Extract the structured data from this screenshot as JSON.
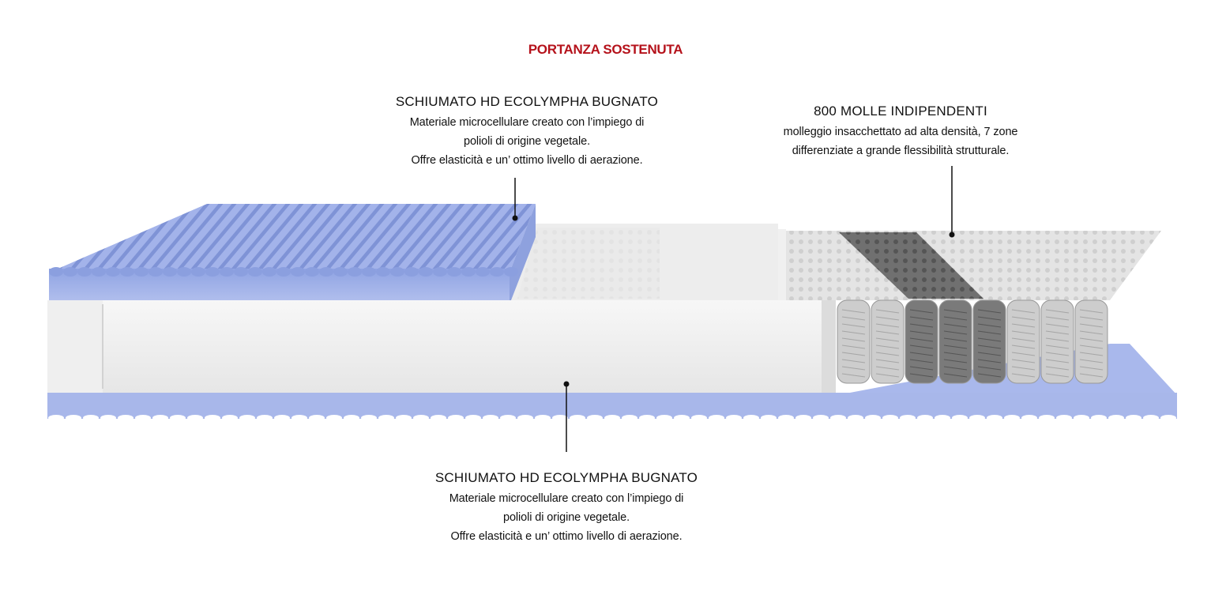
{
  "title": "PORTANZA SOSTENUTA",
  "callouts": [
    {
      "heading": "SCHIUMATO HD ECOLYMPHA BUGNATO",
      "lines": [
        "Materiale microcellulare creato con l’impiego di",
        "polioli di origine vegetale.",
        "Offre elasticità e un’ ottimo livello di aerazione."
      ]
    },
    {
      "heading": "SCHIUMATO HD ECOLYMPHA BUGNATO",
      "lines": [
        "Materiale microcellulare creato con l’impiego di",
        "polioli di origine vegetale.",
        "Offre elasticità e un’ ottimo livello di aerazione."
      ]
    },
    {
      "heading": "800 MOLLE INDIPENDENTI",
      "lines": [
        "molleggio insacchettato ad alta densità, 7 zone",
        "differenziate a grande flessibilità strutturale."
      ]
    }
  ],
  "colors": {
    "accent": "#b5121b",
    "foam_blue": "#9fb0e6",
    "foam_white": "#f2f2f2",
    "spring_dark": "#6a6a6a",
    "spring_light": "#c9c9c9"
  }
}
